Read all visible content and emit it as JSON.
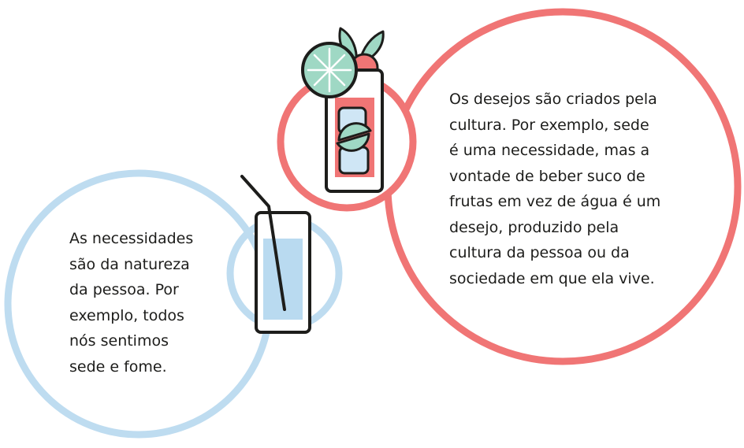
{
  "colors": {
    "needs_circle": "#bedcf0",
    "desires_circle": "#f07575",
    "water": "#b9daf0",
    "juice": "#f07575",
    "ice": "#cfe6f5",
    "lime": "#9fd8c4",
    "leaf": "#9fd8c4",
    "berry": "#f07575",
    "outline": "#1d1d1b"
  },
  "icons": {
    "water_glass": "water-glass-with-straw-icon",
    "juice_glass": "juice-glass-with-lime-and-mint-icon"
  },
  "needs": {
    "lines": [
      "As necessidades",
      "são da natureza",
      "da pessoa. Por",
      "exemplo, todos",
      "nós sentimos",
      "sede e fome."
    ]
  },
  "desires": {
    "lines": [
      "Os desejos são criados pela",
      "cultura. Por exemplo, sede",
      "é uma necessidade, mas a",
      "vontade de beber suco de",
      "frutas em vez de água é um",
      "desejo, produzido pela",
      "cultura da pessoa ou da",
      "sociedade em que ela vive."
    ]
  }
}
